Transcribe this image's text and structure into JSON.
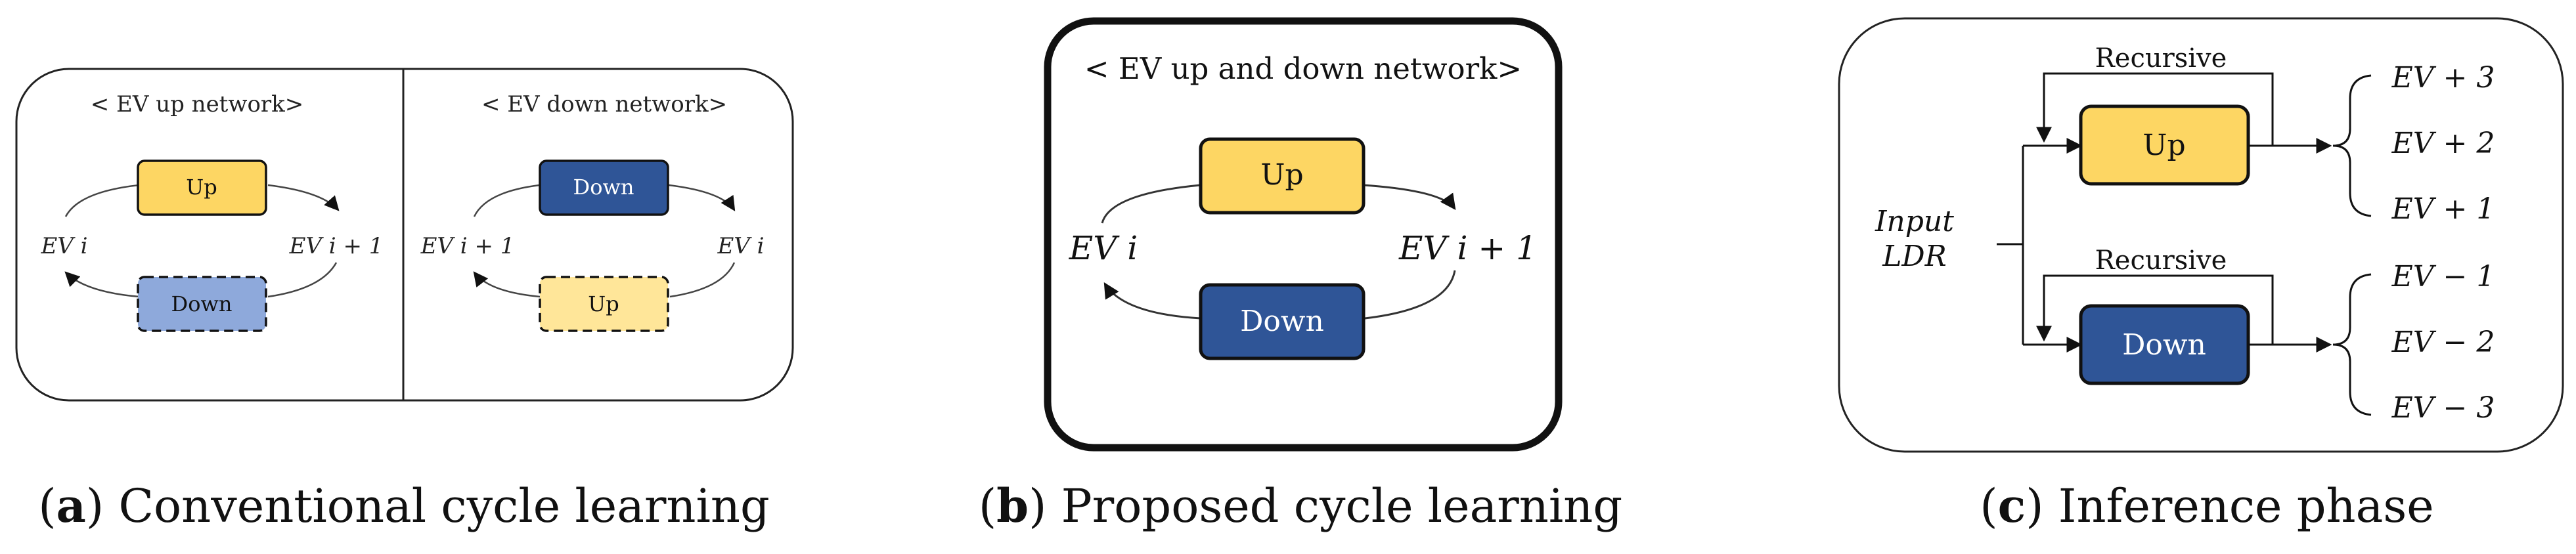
{
  "panel_a": {
    "left": {
      "title": "< EV up network>",
      "top_box": "Up",
      "bottom_box": "Down",
      "left_label": "EV i",
      "right_label": "EV i + 1"
    },
    "right": {
      "title": "< EV down network>",
      "top_box": "Down",
      "bottom_box": "Up",
      "left_label": "EV i + 1",
      "right_label": "EV i"
    },
    "caption_letter": "a",
    "caption_text": " Conventional cycle learning"
  },
  "panel_b": {
    "title": "< EV up and down network>",
    "top_box": "Up",
    "bottom_box": "Down",
    "left_label": "EV i",
    "right_label": "EV i + 1",
    "caption_letter": "b",
    "caption_text": " Proposed cycle learning"
  },
  "panel_c": {
    "input_label_1": "Input",
    "input_label_2": "LDR",
    "recursive_top": "Recursive",
    "recursive_bottom": "Recursive",
    "up_box": "Up",
    "down_box": "Down",
    "outputs_up": [
      "EV + 3",
      "EV + 2",
      "EV + 1"
    ],
    "outputs_down": [
      "EV − 1",
      "EV − 2",
      "EV − 3"
    ],
    "caption_letter": "c",
    "caption_text": " Inference phase"
  },
  "colors": {
    "up_fill": "#FDD663",
    "down_fill": "#2F5597",
    "down_light_fill": "#8EA9DB",
    "up_light_fill": "#FFE699",
    "stroke": "#111111"
  }
}
